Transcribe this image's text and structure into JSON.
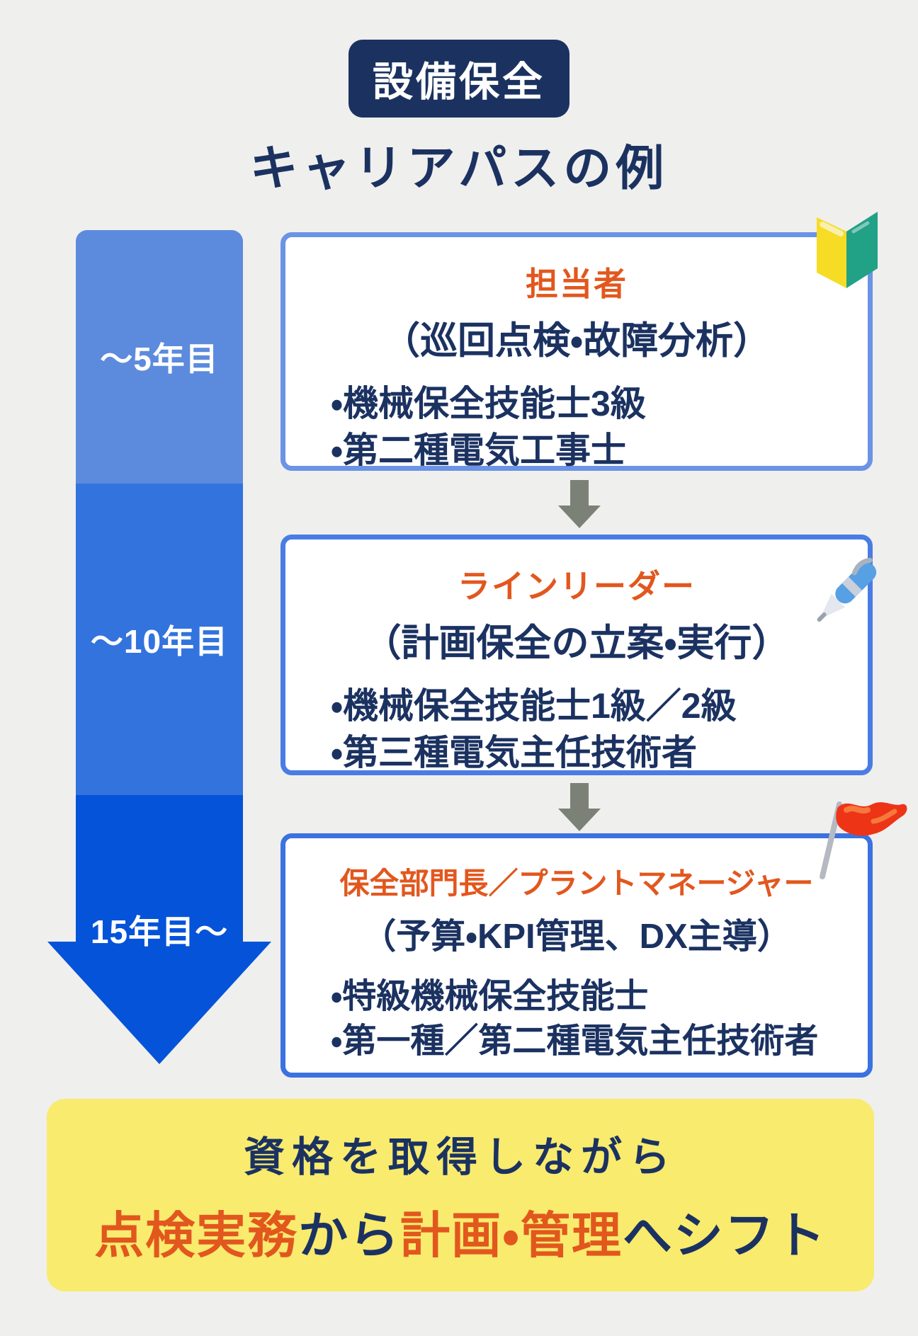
{
  "colors": {
    "navy": "#1b3261",
    "orange": "#e2571e",
    "background": "#efefed",
    "banner_yellow": "#f8eb6e",
    "grey_arrow": "#7c8177"
  },
  "header": {
    "badge": "設備保全",
    "title": "キャリアパスの例"
  },
  "timeline": {
    "segments": [
      {
        "label": "〜5年目",
        "color": "#5c8bdd"
      },
      {
        "label": "〜10年目",
        "color": "#3273de"
      },
      {
        "label": "15年目〜",
        "color": "#0553d9"
      }
    ]
  },
  "stages": [
    {
      "icon": "book-icon",
      "title": "担当者",
      "subtitle": "（巡回点検・故障分析）",
      "bullets": [
        "・機械保全技能士3級",
        "・第二種電気工事士"
      ],
      "border_color": "#6b93e6"
    },
    {
      "icon": "pen-icon",
      "title": "ラインリーダー",
      "subtitle": "（計画保全の立案・実行）",
      "bullets": [
        "・機械保全技能士1級／2級",
        "・第三種電気主任技術者"
      ],
      "border_color": "#4a7de4"
    },
    {
      "icon": "flag-icon",
      "title": "保全部門長／プラントマネージャー",
      "subtitle": "（予算・KPI管理、DX主導）",
      "bullets": [
        "・特級機械保全技能士",
        "・第一種／第二種電気主任技術者"
      ],
      "border_color": "#3a72e0"
    }
  ],
  "footer": {
    "line1": "資格を取得しながら",
    "line2_parts": [
      {
        "text": "点検実務",
        "emphasis": true
      },
      {
        "text": "から",
        "emphasis": false
      },
      {
        "text": "計画・管理",
        "emphasis": true
      },
      {
        "text": "へシフト",
        "emphasis": false
      }
    ]
  }
}
